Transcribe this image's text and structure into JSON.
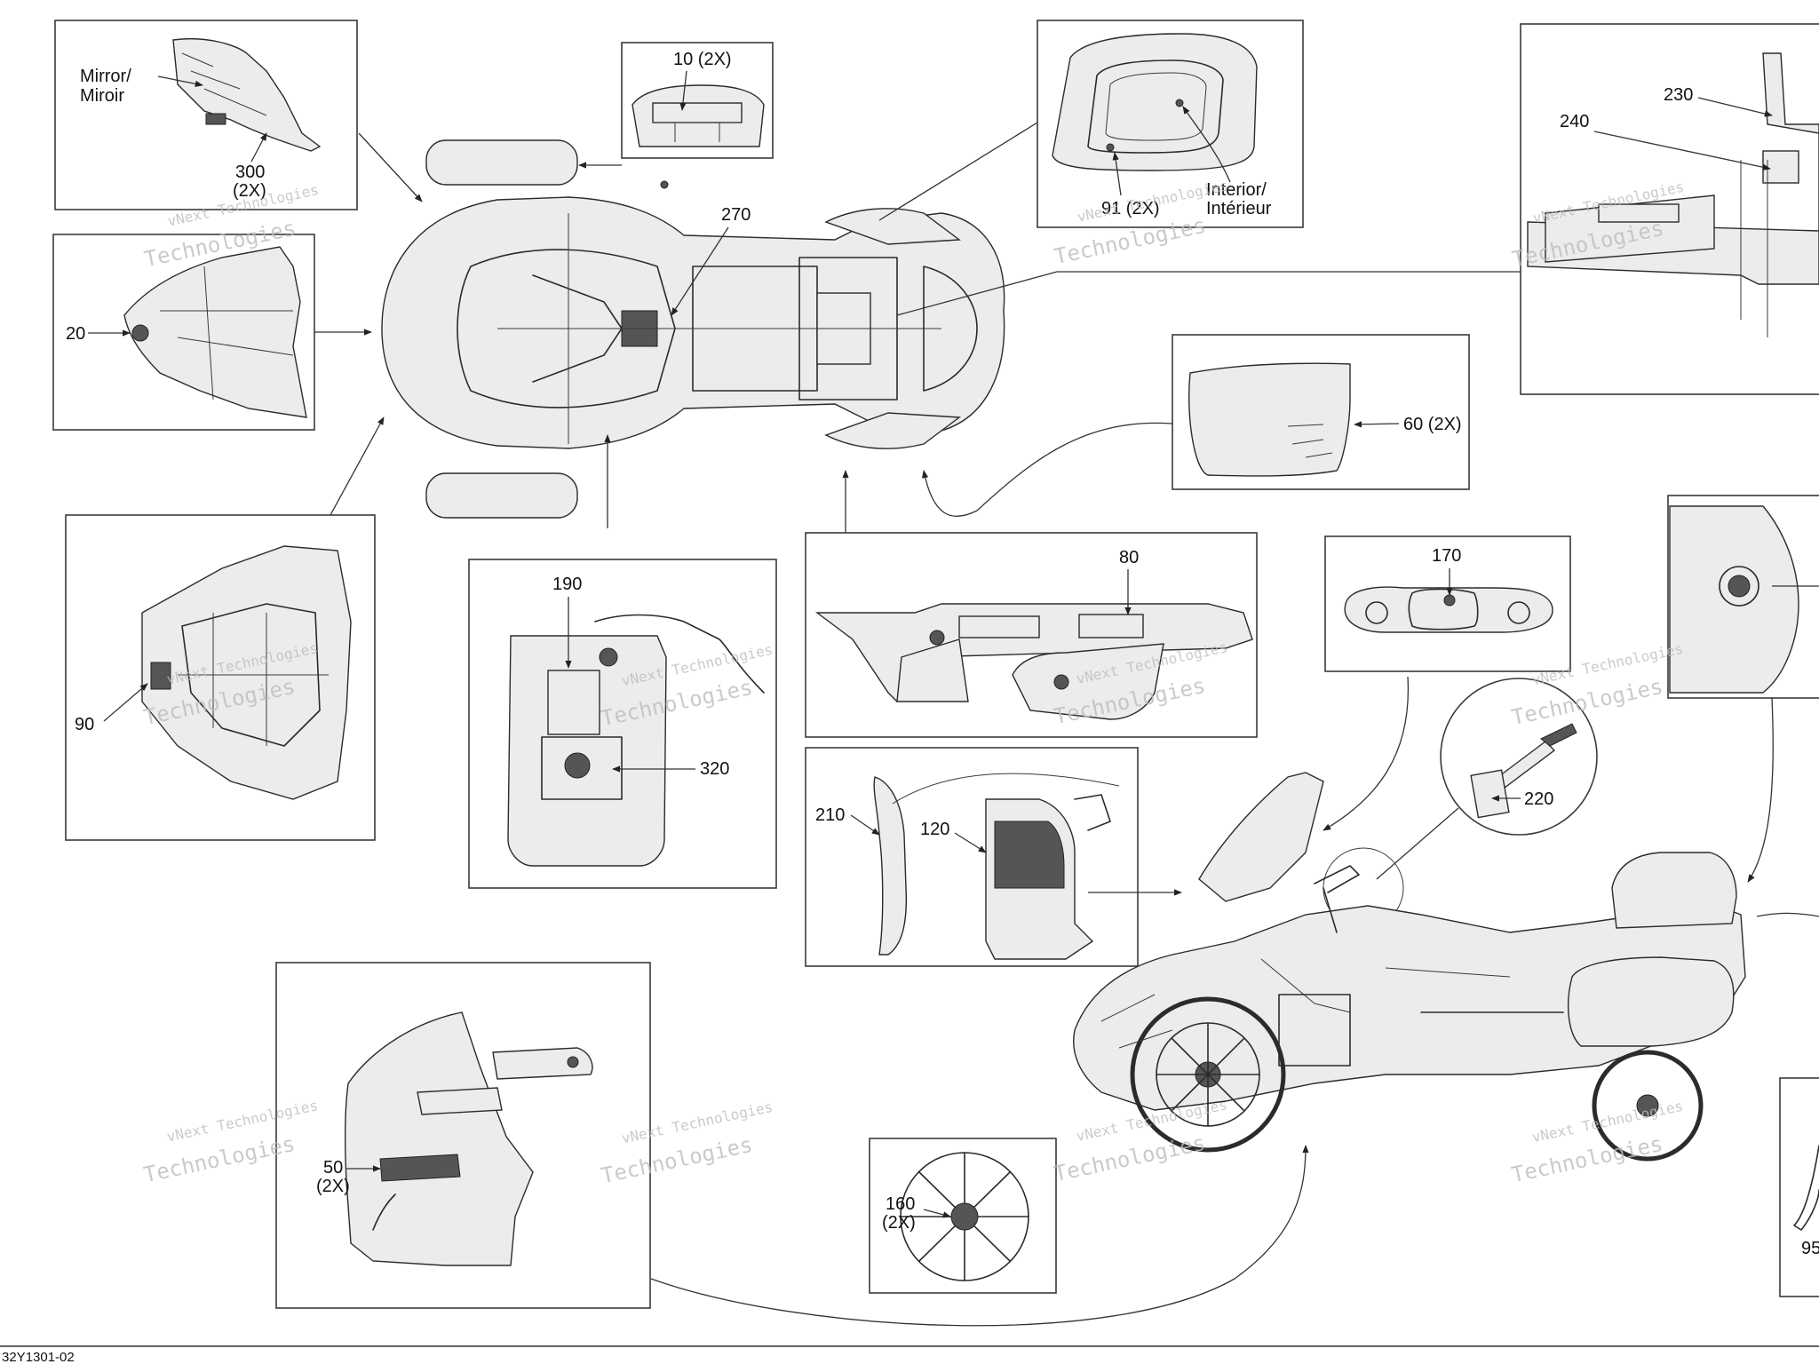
{
  "callouts": {
    "mirror": [
      "Mirror/",
      "Miroir"
    ],
    "c300": [
      "300",
      "(2X)"
    ],
    "c10": "10 (2X)",
    "c20": "20",
    "c270": "270",
    "interior": [
      "Interior/",
      "Intérieur"
    ],
    "c91": "91 (2X)",
    "c230": "230",
    "c240": "240",
    "c60": "60 (2X)",
    "c90": "90",
    "c190": "190",
    "c320": "320",
    "c80": "80",
    "c170": "170",
    "c220": "220",
    "c210": "210",
    "c120": "120",
    "c50": [
      "50",
      "(2X)"
    ],
    "c160": [
      "160",
      "(2X)"
    ],
    "c95": "95"
  },
  "watermark": [
    "vNext Technologies",
    "vNext",
    "Technologies"
  ],
  "footer_code": "32Y1301-02"
}
